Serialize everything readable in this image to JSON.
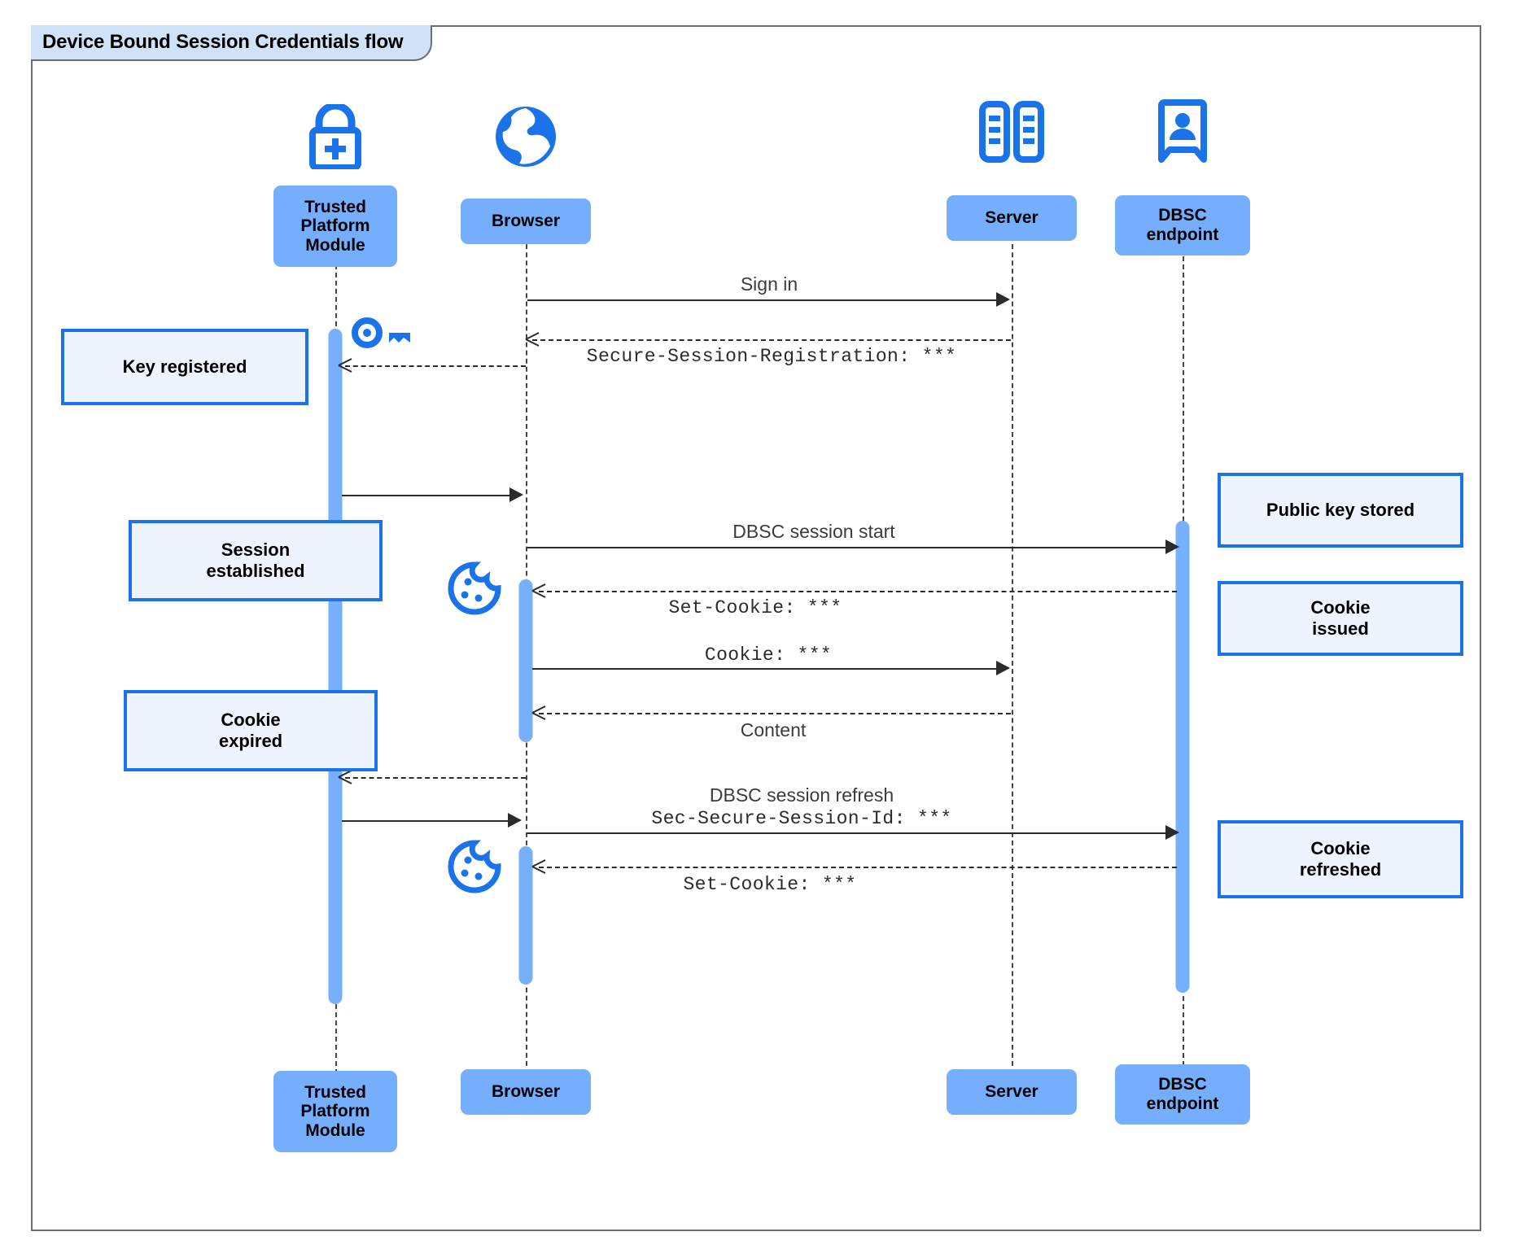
{
  "frame": {
    "title": "Device Bound Session Credentials flow",
    "border_color": "#6e6e6e",
    "tab_fill": "#cfe2f7"
  },
  "colors": {
    "participant_fill": "#74aefc",
    "activation_fill": "#76b0fb",
    "note_fill": "#eef4fe",
    "note_border": "#1a73e8",
    "icon_blue": "#1a73e8",
    "line": "#2b2b2b"
  },
  "participants": [
    {
      "id": "tpm",
      "label": "Trusted\nPlatform\nModule",
      "icon": "lock-plus-icon"
    },
    {
      "id": "browser",
      "label": "Browser",
      "icon": "globe-icon"
    },
    {
      "id": "server",
      "label": "Server",
      "icon": "server-rack-icon"
    },
    {
      "id": "dbsc",
      "label": "DBSC\nendpoint",
      "icon": "id-badge-icon"
    }
  ],
  "participants_bottom": [
    {
      "id": "tpm",
      "label": "Trusted\nPlatform\nModule"
    },
    {
      "id": "browser",
      "label": "Browser"
    },
    {
      "id": "server",
      "label": "Server"
    },
    {
      "id": "dbsc",
      "label": "DBSC\nendpoint"
    }
  ],
  "messages": [
    {
      "id": "sign-in",
      "label": "Sign in",
      "style": "solid",
      "mono": false,
      "from": "browser",
      "to": "server"
    },
    {
      "id": "secure-session-registration",
      "label": "Secure-Session-Registration: ***",
      "style": "dashed",
      "mono": true,
      "from": "server",
      "to": "browser"
    },
    {
      "id": "tpm-key-response",
      "label": "",
      "style": "dashed",
      "mono": false,
      "from": "browser",
      "to": "tpm"
    },
    {
      "id": "tpm-to-browser",
      "label": "",
      "style": "solid",
      "mono": false,
      "from": "tpm",
      "to": "browser"
    },
    {
      "id": "dbsc-session-start",
      "label": "DBSC session start",
      "style": "solid",
      "mono": false,
      "from": "browser",
      "to": "dbsc"
    },
    {
      "id": "set-cookie-1",
      "label": "Set-Cookie: ***",
      "style": "dashed",
      "mono": true,
      "from": "dbsc",
      "to": "browser"
    },
    {
      "id": "cookie-request",
      "label": "Cookie: ***",
      "style": "solid",
      "mono": true,
      "from": "browser",
      "to": "server"
    },
    {
      "id": "content",
      "label": "Content",
      "style": "dashed",
      "mono": false,
      "from": "server",
      "to": "browser"
    },
    {
      "id": "browser-to-tpm",
      "label": "",
      "style": "dashed",
      "mono": false,
      "from": "browser",
      "to": "tpm"
    },
    {
      "id": "dbsc-session-refresh",
      "label_line1": "DBSC session refresh",
      "label_line2": "Sec-Secure-Session-Id: ***",
      "style": "solid",
      "mono": false,
      "from": "tpm",
      "to": "dbsc"
    },
    {
      "id": "set-cookie-2",
      "label": "Set-Cookie: ***",
      "style": "dashed",
      "mono": true,
      "from": "dbsc",
      "to": "browser"
    }
  ],
  "notes": [
    {
      "id": "key-registered",
      "text": "Key registered",
      "side": "left"
    },
    {
      "id": "session-established",
      "text": "Session\nestablished",
      "side": "left"
    },
    {
      "id": "cookie-expired",
      "text": "Cookie\nexpired",
      "side": "left"
    },
    {
      "id": "public-key-stored",
      "text": "Public key stored",
      "side": "right"
    },
    {
      "id": "cookie-issued",
      "text": "Cookie\nissued",
      "side": "right"
    },
    {
      "id": "cookie-refreshed",
      "text": "Cookie\nrefreshed",
      "side": "right"
    }
  ],
  "inline_icons": [
    {
      "id": "key-icon",
      "name": "key-icon"
    },
    {
      "id": "cookie-icon-1",
      "name": "cookie-icon"
    },
    {
      "id": "cookie-icon-2",
      "name": "cookie-icon"
    }
  ],
  "labels": {
    "sign_in": "Sign in",
    "secure_session_registration": "Secure-Session-Registration: ***",
    "dbsc_session_start": "DBSC session start",
    "set_cookie_1": "Set-Cookie: ***",
    "cookie_request": "Cookie: ***",
    "content": "Content",
    "dbsc_session_refresh": "DBSC session refresh",
    "sec_secure_session_id": "Sec-Secure-Session-Id: ***",
    "set_cookie_2": "Set-Cookie: ***"
  },
  "participant_labels": {
    "tpm_l1": "Trusted",
    "tpm_l2": "Platform",
    "tpm_l3": "Module",
    "browser": "Browser",
    "server": "Server",
    "dbsc_l1": "DBSC",
    "dbsc_l2": "endpoint"
  },
  "note_labels": {
    "key_registered": "Key registered",
    "session_established_l1": "Session",
    "session_established_l2": "established",
    "cookie_expired_l1": "Cookie",
    "cookie_expired_l2": "expired",
    "public_key_stored": "Public key stored",
    "cookie_issued_l1": "Cookie",
    "cookie_issued_l2": "issued",
    "cookie_refreshed_l1": "Cookie",
    "cookie_refreshed_l2": "refreshed"
  }
}
